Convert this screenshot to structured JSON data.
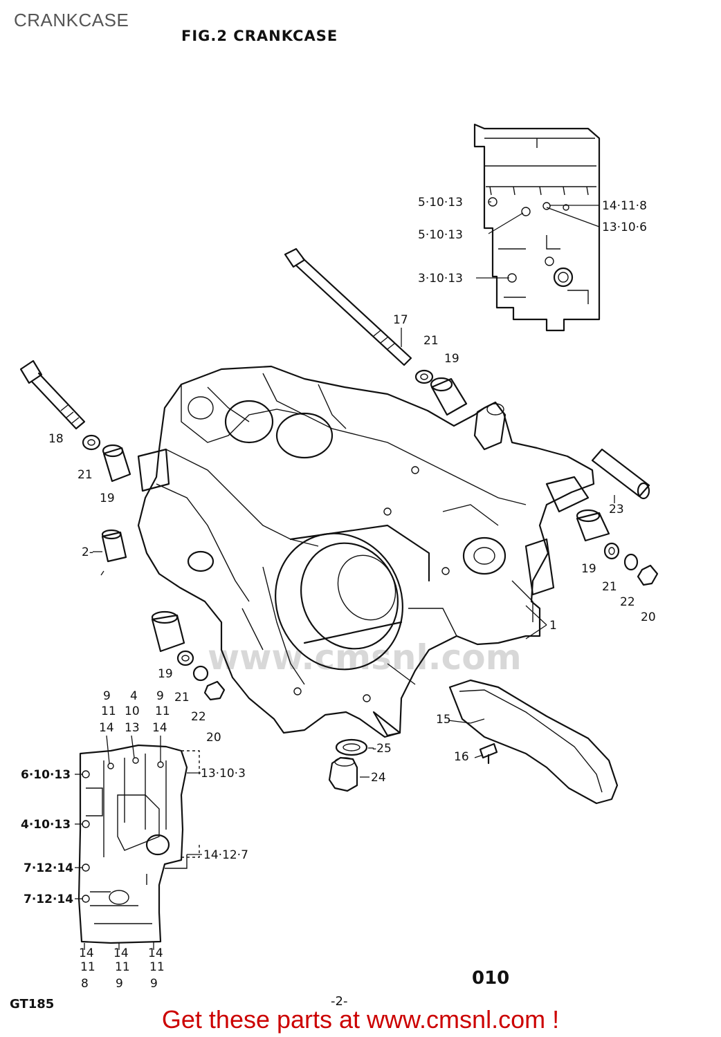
{
  "page_title": "CRANKCASE",
  "figure_caption": "FIG.2  CRANKCASE",
  "watermark": "www.cmsnl.com",
  "sheet_code": "010",
  "page_number": "-2-",
  "model_code": "GT185",
  "footer_link": "Get these parts at www.cmsnl.com !",
  "callouts": {
    "c1": "1",
    "c2": "2-",
    "c15": "15",
    "c16": "16",
    "c17": "17",
    "c18": "18",
    "c19a": "19",
    "c19b": "19",
    "c19c": "19",
    "c19d": "19",
    "c20a": "20",
    "c20b": "20",
    "c21a": "21",
    "c21b": "21",
    "c21c": "21",
    "c21d": "21",
    "c22a": "22",
    "c22b": "22",
    "c23": "23",
    "c24": "24",
    "c25": "-25"
  },
  "upper_inset": {
    "bolt_5_10_13_a": "5·10·13",
    "bolt_5_10_13_b": "5·10·13",
    "bolt_3_10_13": "3·10·13",
    "bolt_14_11_8": "14·11·8",
    "bolt_13_10_6": "13·10·6"
  },
  "lower_inset": {
    "left": [
      "6·10·13",
      "4·10·13",
      "7·12·14",
      "7·12·14"
    ],
    "right": [
      "13·10·3",
      "14·12·7"
    ],
    "top_cols": [
      [
        "9",
        "11",
        "14"
      ],
      [
        "4",
        "10",
        "13"
      ],
      [
        "9",
        "11",
        "14"
      ]
    ],
    "bottom_cols": [
      [
        "14",
        "11",
        "8"
      ],
      [
        "14",
        "11",
        "9"
      ],
      [
        "14",
        "11",
        "9"
      ]
    ]
  }
}
